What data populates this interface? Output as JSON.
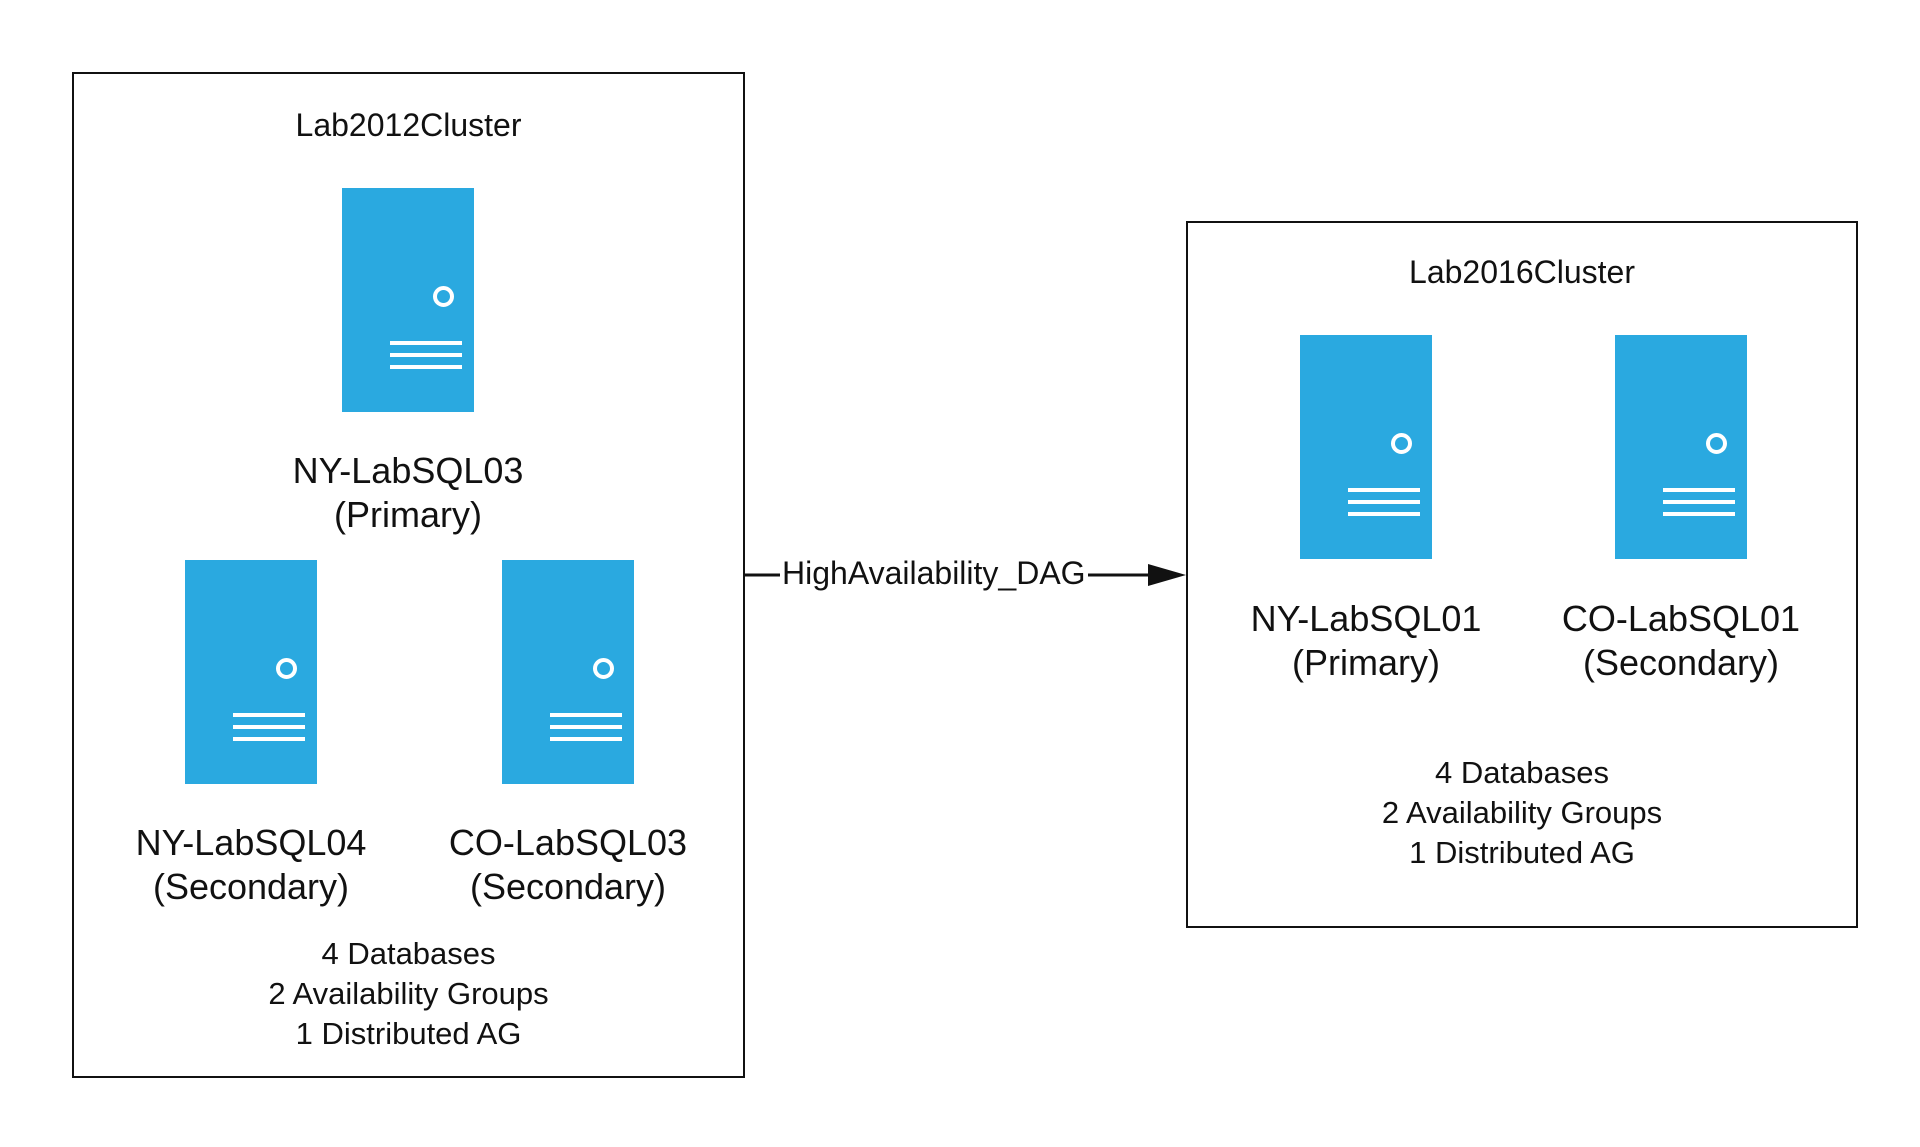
{
  "clusters": [
    {
      "name": "Lab2012Cluster",
      "servers": [
        {
          "name": "NY-LabSQL03",
          "role": "(Primary)"
        },
        {
          "name": "NY-LabSQL04",
          "role": "(Secondary)"
        },
        {
          "name": "CO-LabSQL03",
          "role": "(Secondary)"
        }
      ],
      "summary": [
        "4 Databases",
        "2 Availability Groups",
        "1 Distributed AG"
      ]
    },
    {
      "name": "Lab2016Cluster",
      "servers": [
        {
          "name": "NY-LabSQL01",
          "role": "(Primary)"
        },
        {
          "name": "CO-LabSQL01",
          "role": "(Secondary)"
        }
      ],
      "summary": [
        "4 Databases",
        "2 Availability Groups",
        "1 Distributed AG"
      ]
    }
  ],
  "connector": {
    "label": "HighAvailability_DAG"
  },
  "colors": {
    "server": "#2aa9e0",
    "border": "#111111",
    "background": "#ffffff"
  },
  "icons": {
    "server": "server-icon"
  }
}
